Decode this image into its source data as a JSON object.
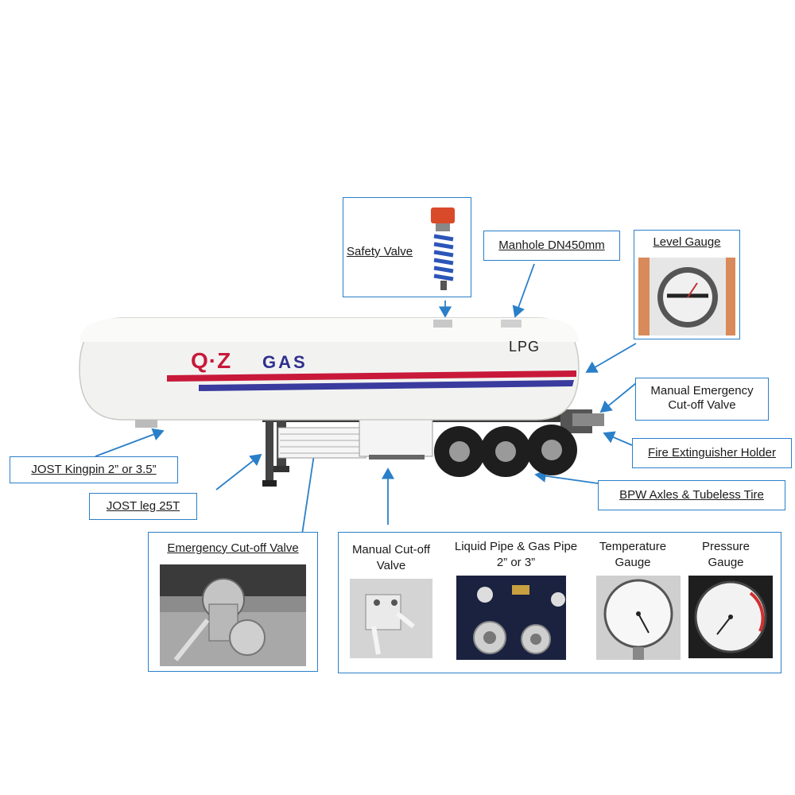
{
  "tank": {
    "brand_logo": "Q·Z",
    "brand_text": "GAS",
    "side_text": "LPG",
    "colors": {
      "body": "#f2f3f1",
      "red_stripe": "#c8193a",
      "blue_stripe": "#3a3b9e",
      "tire": "#1e1e1e"
    }
  },
  "labels": {
    "safety_valve": "Safety Valve",
    "manhole": "Manhole DN450mm",
    "level_gauge": "Level Gauge",
    "manual_emergency_line1": "Manual Emergency",
    "manual_emergency_line2": "Cut-off Valve",
    "fire_extinguisher": "Fire Extinguisher Holder",
    "bpw_axles": "BPW Axles & Tubeless Tire",
    "kingpin": "JOST Kingpin 2” or 3.5”",
    "jost_leg": "JOST leg 25T",
    "emergency_cutoff": "Emergency Cut-off Valve",
    "manual_cutoff_line1": "Manual Cut-off",
    "manual_cutoff_line2": "Valve",
    "liquid_pipe_line1": "Liquid Pipe & Gas Pipe",
    "liquid_pipe_line2": "2” or 3”",
    "temperature_line1": "Temperature",
    "temperature_line2": "Gauge",
    "pressure_line1": "Pressure",
    "pressure_line2": "Gauge"
  },
  "accent_color": "#2a7fc9"
}
